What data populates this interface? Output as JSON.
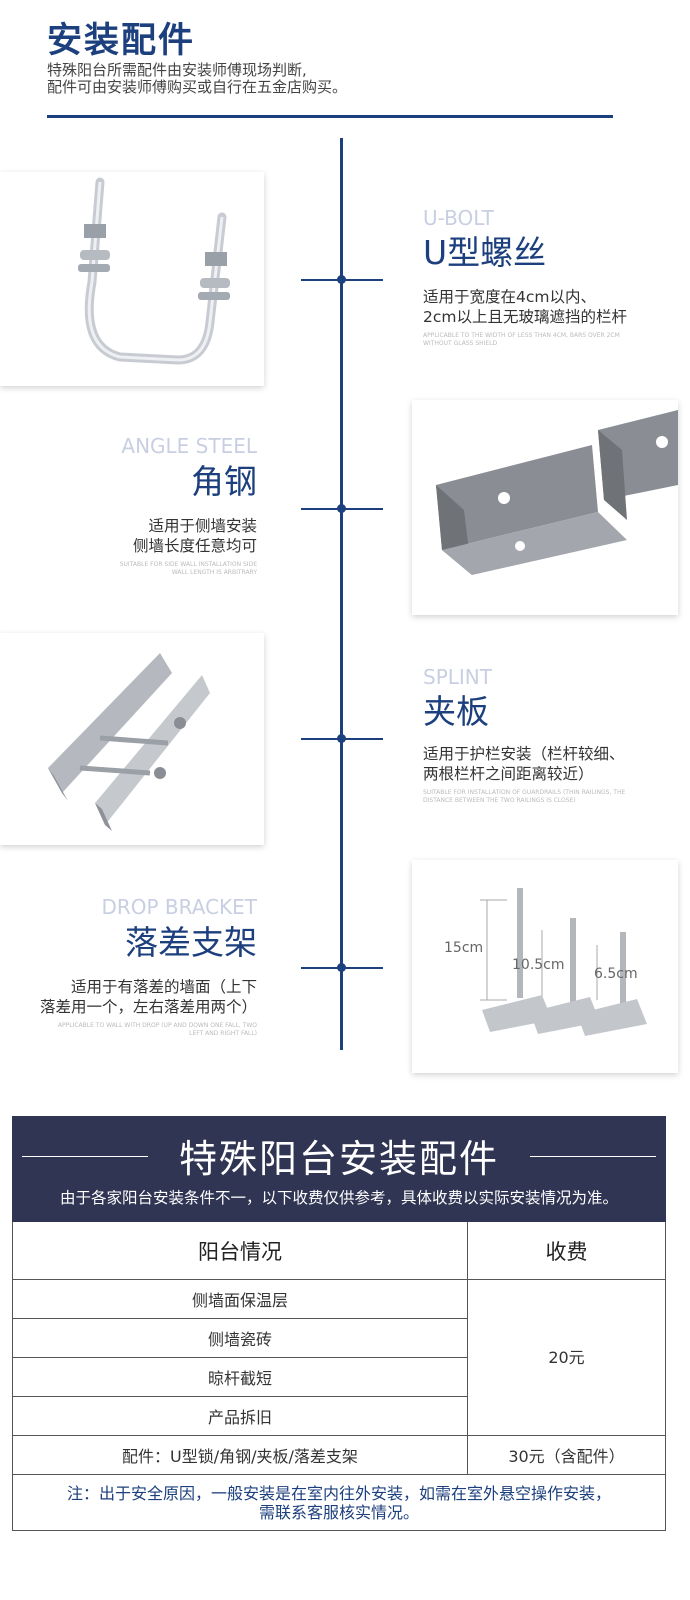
{
  "header": {
    "title": "安装配件",
    "desc_line1": "特殊阳台所需配件由安装师傅现场判断,",
    "desc_line2": "配件可由安装师傅购买或自行在五金店购买。"
  },
  "items": [
    {
      "en": "U-BOLT",
      "cn": "U型螺丝",
      "desc_line1": "适用于宽度在4cm以内、",
      "desc_line2": "2cm以上且无玻璃遮挡的栏杆",
      "small_line1": "APPLICABLE TO THE WIDTH OF LESS THAN 4CM, BARS OVER 2CM",
      "small_line2": "WITHOUT GLASS SHIELD",
      "image_icon": "u-bolt-image"
    },
    {
      "en": "ANGLE STEEL",
      "cn": "角钢",
      "desc_line1": "适用于侧墙安装",
      "desc_line2": "侧墙长度任意均可",
      "small_line1": "SUITABLE FOR SIDE WALL INSTALLATION SIDE",
      "small_line2": "WALL LENGTH IS ARBITRARY",
      "image_icon": "angle-steel-image"
    },
    {
      "en": "SPLINT",
      "cn": "夹板",
      "desc_line1": "适用于护栏安装（栏杆较细、",
      "desc_line2": "两根栏杆之间距离较近）",
      "small_line1": "SUITABLE FOR INSTALLATION OF GUARDRAILS (THIN RAILINGS, THE",
      "small_line2": "DISTANCE BETWEEN THE TWO RAILINGS IS CLOSE)",
      "image_icon": "splint-image"
    },
    {
      "en": "DROP BRACKET",
      "cn": "落差支架",
      "desc_line1": "适用于有落差的墙面（上下",
      "desc_line2": "落差用一个，左右落差用两个）",
      "small_line1": "APPLICABLE TO WALL WITH DROP (UP AND DOWN ONE FALL, TWO",
      "small_line2": "LEFT AND RIGHT FALL)",
      "image_icon": "drop-bracket-image",
      "dims": [
        "15cm",
        "10.5cm",
        "6.5cm"
      ]
    }
  ],
  "table": {
    "title": "特殊阳台安装配件",
    "subtitle": "由于各家阳台安装条件不一，以下收费仅供参考，具体收费以实际安装情况为准。",
    "col1": "阳台情况",
    "col2": "收费",
    "rows": [
      "侧墙面保温层",
      "侧墙瓷砖",
      "晾杆截短",
      "产品拆旧"
    ],
    "merged_fee": "20元",
    "accessories": "配件：U型锁/角钢/夹板/落差支架",
    "accessories_fee": "30元（含配件）",
    "note_line1": "注：出于安全原因，一般安装是在室内往外安装，如需在室外悬空操作安装，",
    "note_line2": "需联系客服核实情况。"
  },
  "colors": {
    "navy": "#1c3f7d",
    "table_header": "#303554"
  }
}
